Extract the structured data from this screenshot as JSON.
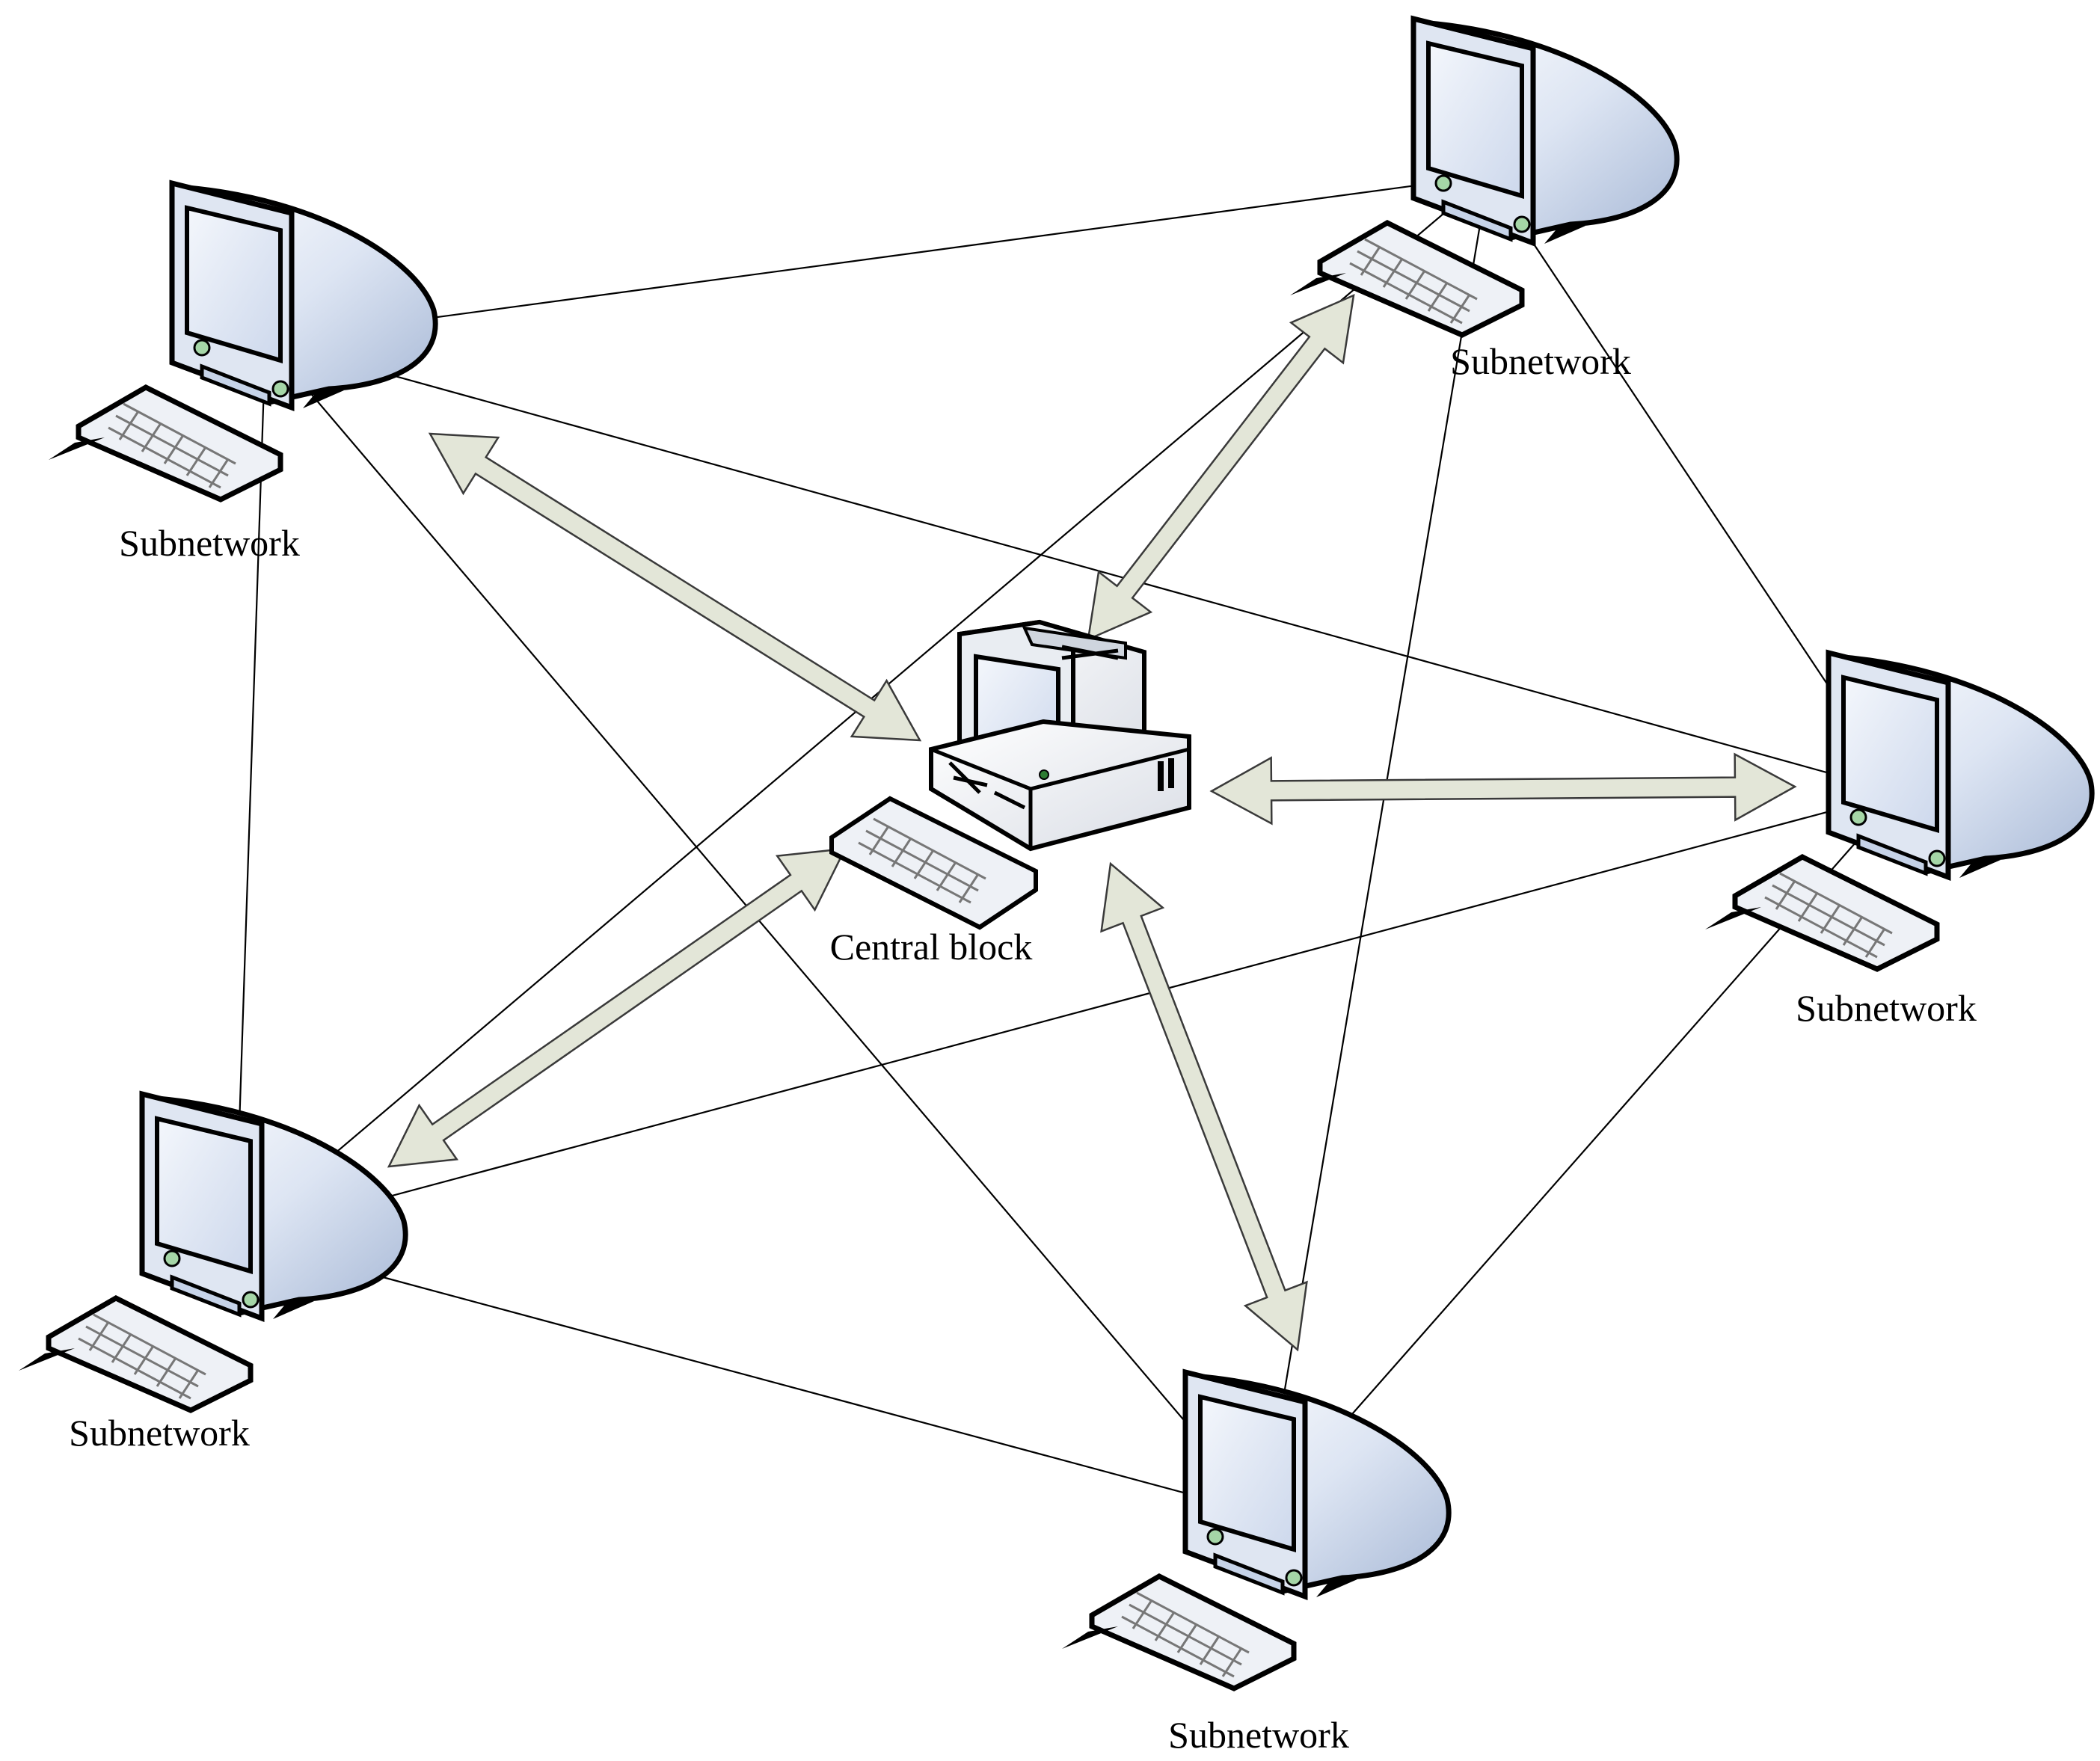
{
  "diagram": {
    "central": {
      "label": "Central block"
    },
    "subnetworks": [
      {
        "id": "top-left",
        "label": "Subnetwork"
      },
      {
        "id": "top-right",
        "label": "Subnetwork"
      },
      {
        "id": "right",
        "label": "Subnetwork"
      },
      {
        "id": "bottom-left",
        "label": "Subnetwork"
      },
      {
        "id": "bottom",
        "label": "Subnetwork"
      }
    ],
    "links": [
      [
        "top-left",
        "top-right"
      ],
      [
        "top-left",
        "right"
      ],
      [
        "top-left",
        "bottom-left"
      ],
      [
        "top-left",
        "bottom"
      ],
      [
        "top-right",
        "right"
      ],
      [
        "top-right",
        "bottom-left"
      ],
      [
        "top-right",
        "bottom"
      ],
      [
        "right",
        "bottom-left"
      ],
      [
        "right",
        "bottom"
      ],
      [
        "bottom-left",
        "bottom"
      ]
    ],
    "central_links": [
      "top-left",
      "top-right",
      "right",
      "bottom-left",
      "bottom"
    ],
    "colors": {
      "double_arrow_fill": "#e3e6d8",
      "screen": "#dde5f3",
      "body": "#c6d3e8"
    }
  }
}
